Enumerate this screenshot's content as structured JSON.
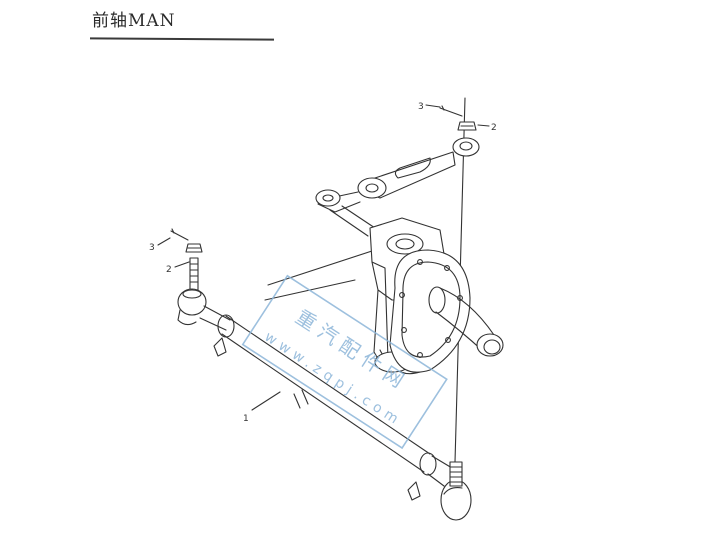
{
  "header": {
    "title": "前轴MAN"
  },
  "callouts": {
    "c1": "1",
    "c2a": "2",
    "c2b": "2",
    "c3a": "3",
    "c3b": "3"
  },
  "watermark": {
    "line1": "重汽配件网",
    "line2": "www.zqpj.com",
    "color": "#8db6d9"
  }
}
